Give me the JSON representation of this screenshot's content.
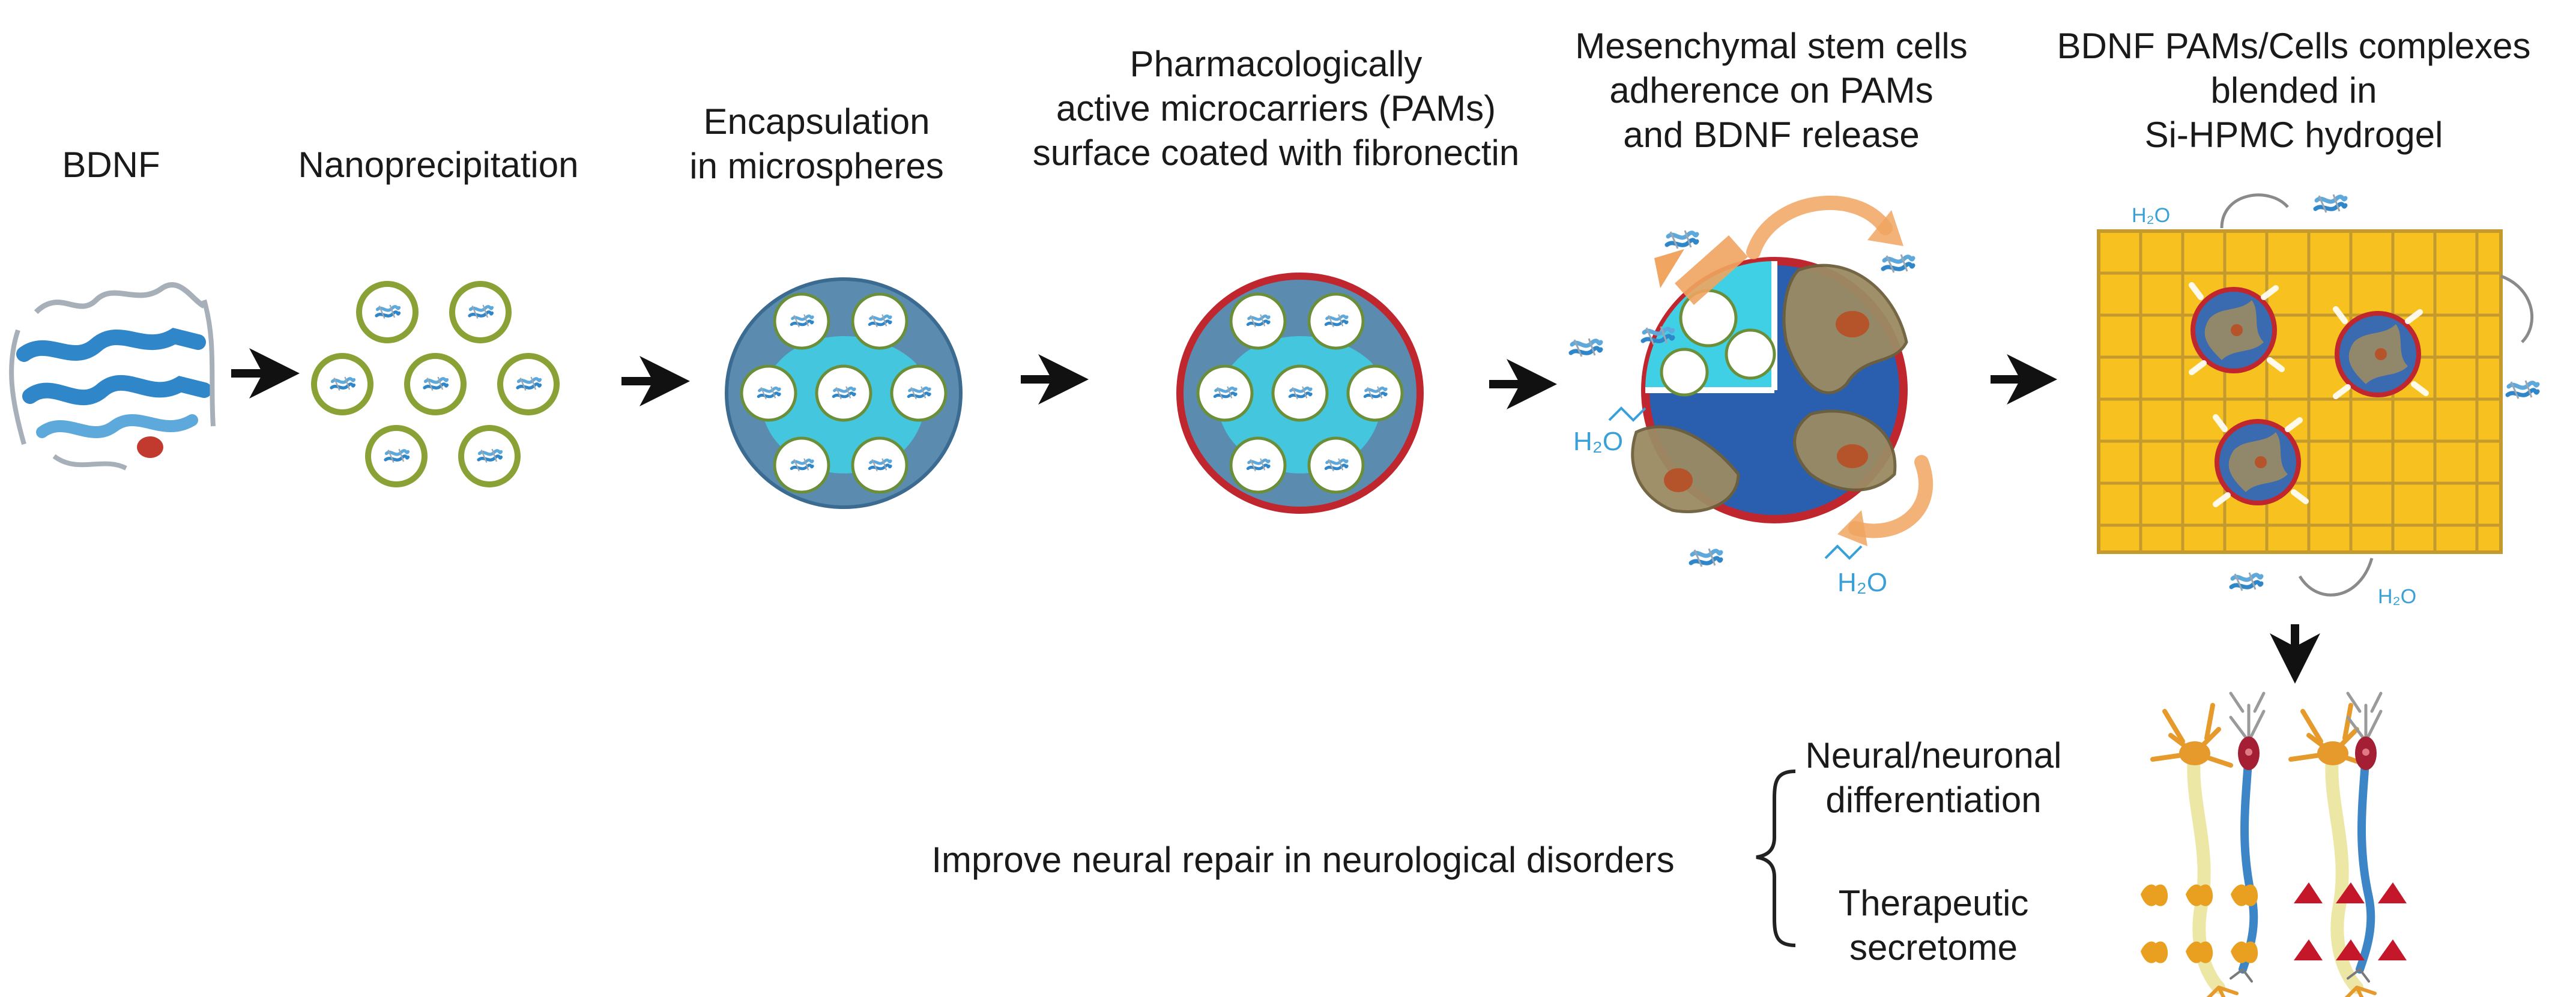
{
  "steps": [
    {
      "lines": [
        "BDNF"
      ]
    },
    {
      "lines": [
        "Nanoprecipitation"
      ]
    },
    {
      "lines": [
        "Encapsulation",
        "in microspheres"
      ]
    },
    {
      "lines": [
        "Pharmacologically",
        "active microcarriers (PAMs)",
        "surface coated with fibronectin"
      ]
    },
    {
      "lines": [
        "Mesenchymal stem cells",
        "adherence on PAMs",
        "and BDNF release"
      ]
    },
    {
      "lines": [
        "BDNF PAMs/Cells complexes",
        "blended in",
        "Si-HPMC hydrogel"
      ]
    }
  ],
  "water_label": "H₂O",
  "outcomes": {
    "main": "Improve neural repair in neurological disorders",
    "items": [
      {
        "lines": [
          "Neural/neuronal",
          "differentiation"
        ]
      },
      {
        "lines": [
          "Therapeutic",
          "secretome"
        ]
      }
    ]
  },
  "colors": {
    "protein_blue": "#2f86c8",
    "capsule_ring": "#8aa136",
    "microsphere_fill": "#5b8cb0",
    "microsphere_core": "#3fd0e6",
    "fibronectin_ring": "#c0262e",
    "cell_tan": "#9b8b63",
    "nucleus": "#b5532a",
    "hydrogel": "#f7c21f",
    "hydrogel_grid": "#c49a2c",
    "flow_arrow": "#f0a560",
    "neuron_orange": "#e59a2b",
    "neuron_blue": "#3c86c7",
    "neuron_red": "#a51f34",
    "secretome_orange": "#e9a020",
    "secretome_red": "#c4182a"
  }
}
